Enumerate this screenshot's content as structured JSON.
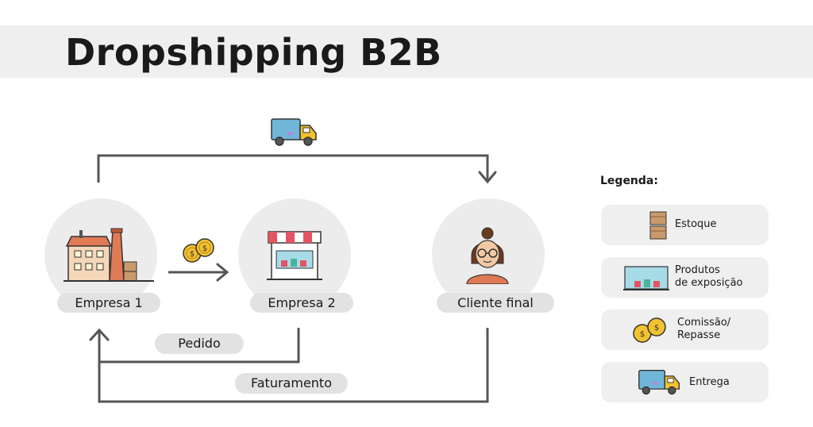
{
  "title": "Dropshipping B2B",
  "nodes": {
    "empresa1": "Empresa 1",
    "empresa2": "Empresa 2",
    "cliente": "Cliente final"
  },
  "edges": {
    "pedido": "Pedido",
    "faturamento": "Faturamento"
  },
  "legend": {
    "title": "Legenda:",
    "items": [
      {
        "label": "Estoque",
        "icon": "boxes-icon"
      },
      {
        "label": "Produtos de exposição",
        "line1": "Produtos",
        "line2": "de exposição",
        "icon": "display-case-icon"
      },
      {
        "label": "Comissão/ Repasse",
        "line1": "Comissão/",
        "line2": "Repasse",
        "icon": "coins-icon"
      },
      {
        "label": "Entrega",
        "icon": "truck-icon"
      }
    ]
  },
  "colors": {
    "line": "#555555",
    "truck_body": "#6fb6d9",
    "truck_cab": "#f2c230",
    "coin": "#f2c230",
    "factory": "#e07a55",
    "awning": "#e25563",
    "box": "#c99a6b"
  }
}
